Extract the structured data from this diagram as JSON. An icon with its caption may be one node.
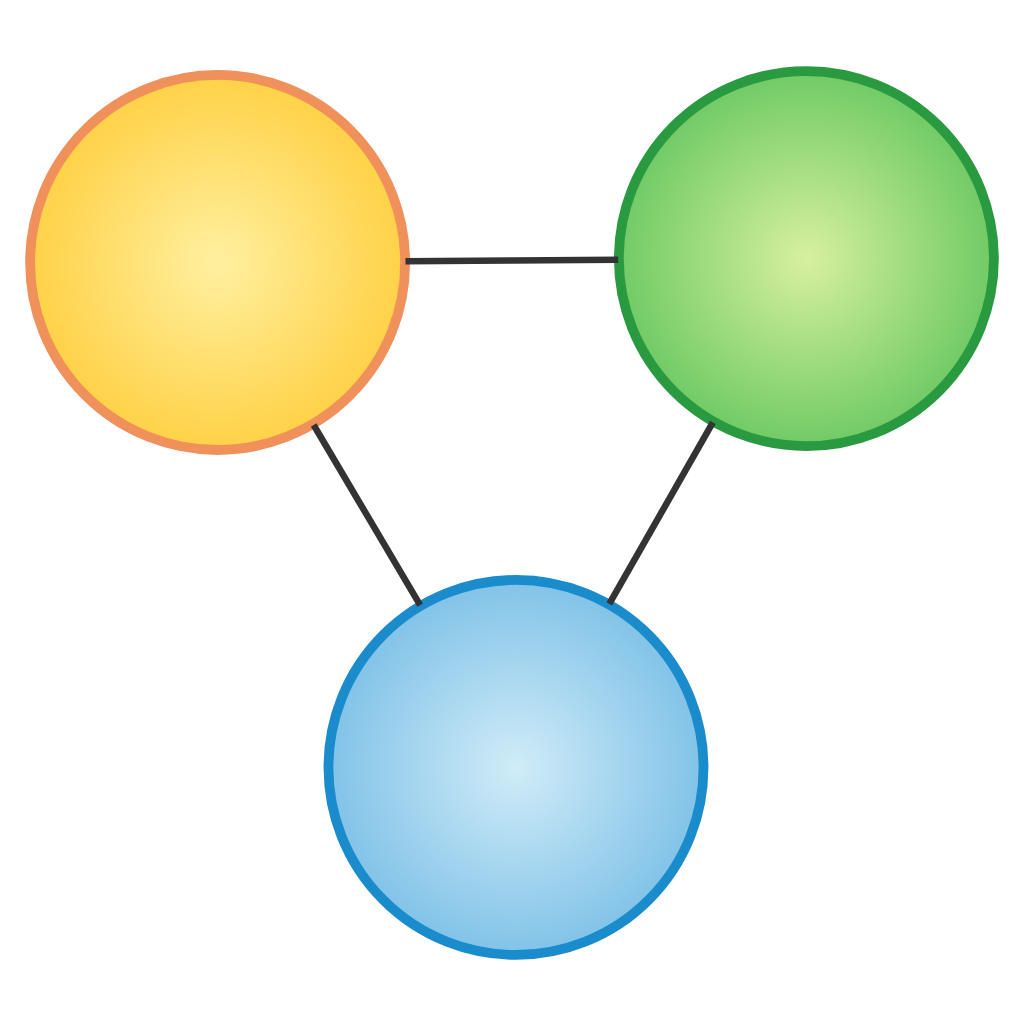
{
  "diagram": {
    "nodes": [
      {
        "text": [],
        "shape": "circle"
      },
      {
        "text": [],
        "shape": "circle"
      },
      {
        "text": [],
        "shape": "circle"
      }
    ],
    "edges": [
      {
        "from": 0,
        "to": 1,
        "arrow": "none"
      },
      {
        "from": 1,
        "to": 2,
        "arrow": "none"
      },
      {
        "from": 0,
        "to": 2,
        "arrow": "none"
      }
    ]
  }
}
